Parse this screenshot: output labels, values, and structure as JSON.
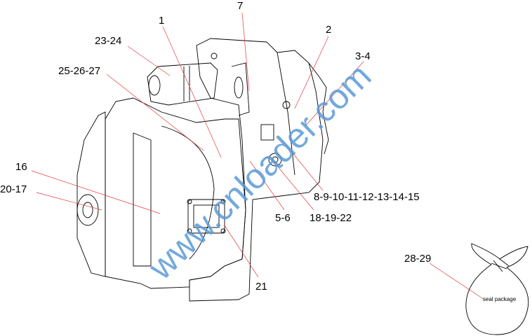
{
  "diagram": {
    "callouts": [
      {
        "id": "c1",
        "text": "1"
      },
      {
        "id": "c7",
        "text": "7"
      },
      {
        "id": "c2",
        "text": "2"
      },
      {
        "id": "c34",
        "text": "3-4"
      },
      {
        "id": "c2324",
        "text": "23-24"
      },
      {
        "id": "c252627",
        "text": "25-26-27"
      },
      {
        "id": "c16",
        "text": "16"
      },
      {
        "id": "c2017",
        "text": "20-17"
      },
      {
        "id": "c815",
        "text": "8-9-10-11-12-13-14-15"
      },
      {
        "id": "c56",
        "text": "5-6"
      },
      {
        "id": "c181922",
        "text": "18-19-22"
      },
      {
        "id": "c21",
        "text": "21"
      },
      {
        "id": "c2829",
        "text": "28-29"
      }
    ],
    "bag_label": "seal package",
    "watermark": "www.cnloader.com",
    "colors": {
      "leader": "#e23b3b",
      "watermark": "#5b9bd5",
      "line": "#000000"
    }
  }
}
